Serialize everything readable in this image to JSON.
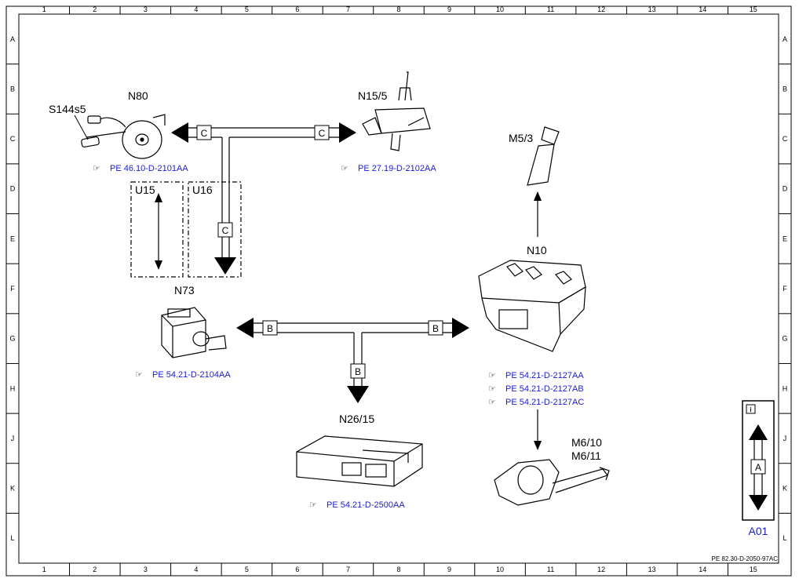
{
  "frame": {
    "columns": [
      "1",
      "2",
      "3",
      "4",
      "5",
      "6",
      "7",
      "8",
      "9",
      "10",
      "11",
      "12",
      "13",
      "14",
      "15"
    ],
    "rows": [
      "A",
      "B",
      "C",
      "D",
      "E",
      "F",
      "G",
      "H",
      "J",
      "K",
      "L"
    ]
  },
  "components": {
    "n80": "N80",
    "s144s5": "S144s5",
    "n15_5": "N15/5",
    "m5_3": "M5/3",
    "u15": "U15",
    "u16": "U16",
    "n10": "N10",
    "n73": "N73",
    "n26_15": "N26/15",
    "m6_10": "M6/10",
    "m6_11": "M6/11"
  },
  "references": {
    "n80_ref": "PE 46.10-D-2101AA",
    "n15_5_ref": "PE 27.19-D-2102AA",
    "n73_ref": "PE 54.21-D-2104AA",
    "n10_ref_1": "PE 54.21-D-2127AA",
    "n10_ref_2": "PE 54.21-D-2127AB",
    "n10_ref_3": "PE 54.21-D-2127AC",
    "n26_15_ref": "PE 54.21-D-2500AA"
  },
  "connectors": {
    "c": "C",
    "b": "B"
  },
  "legend": {
    "info": "i",
    "a_label": "A",
    "code": "A01"
  },
  "drawing_id": "PE 82.30-D-2050-97AC",
  "colors": {
    "link_blue": "#1a1adc",
    "frame": "#000000",
    "background": "#ffffff"
  }
}
